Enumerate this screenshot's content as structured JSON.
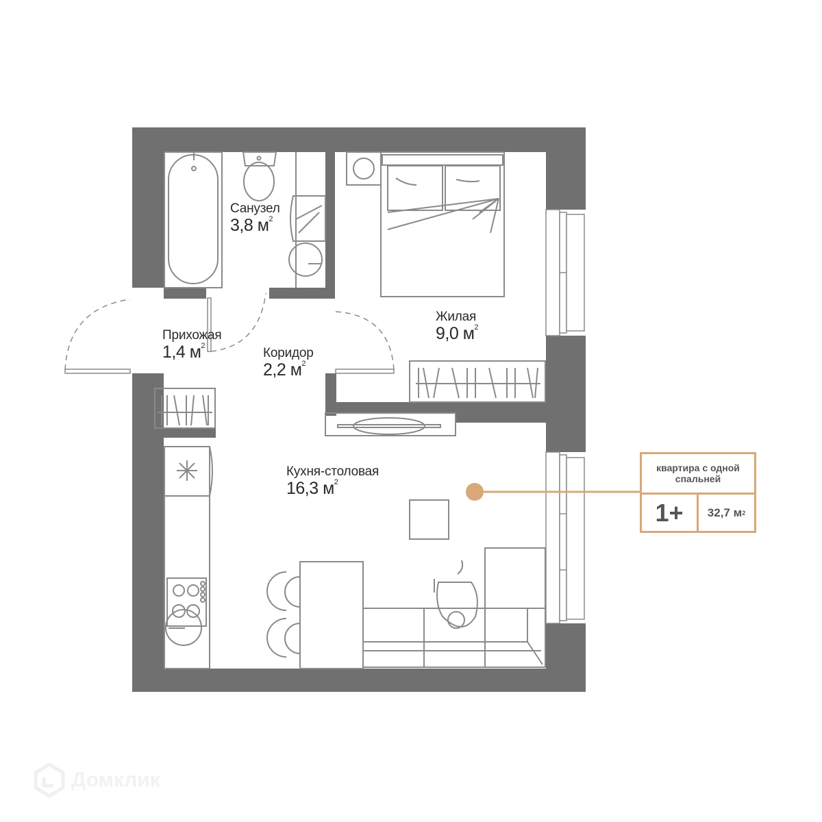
{
  "plan": {
    "title": "Floor plan",
    "colors": {
      "wall": "#707070",
      "line": "#8a8a8a",
      "accent": "#d8a878",
      "text": "#2a2a2a"
    },
    "rooms": [
      {
        "id": "bathroom",
        "name": "Санузел",
        "area": "3,8 м",
        "sup": "2"
      },
      {
        "id": "bedroom",
        "name": "Жилая",
        "area": "9,0 м",
        "sup": "2"
      },
      {
        "id": "hallway",
        "name": "Прихожая",
        "area": "1,4 м",
        "sup": "2"
      },
      {
        "id": "corridor",
        "name": "Коридор",
        "area": "2,2 м",
        "sup": "2"
      },
      {
        "id": "kitchen",
        "name": "Кухня-столовая",
        "area": "16,3 м",
        "sup": "2"
      }
    ],
    "furniture": [
      "bathtub-icon",
      "toilet-icon",
      "washing-machine-icon",
      "bathroom-sink-icon",
      "nightstand-icon",
      "double-bed-icon",
      "bedroom-wardrobe-icon",
      "hallway-wardrobe-icon",
      "tv-icon",
      "fridge-icon",
      "cooktop-icon",
      "kitchen-sink-icon",
      "bar-table-icon",
      "bar-stool-icon",
      "coffee-table-icon",
      "sofa-icon",
      "armchair-icon",
      "person-icon"
    ]
  },
  "info_card": {
    "type_label": "квартира с одной спальней",
    "rooms_label": "1+",
    "total_area": "32,7 м",
    "total_area_sup": "2"
  },
  "watermark": {
    "text": "Домклик"
  }
}
